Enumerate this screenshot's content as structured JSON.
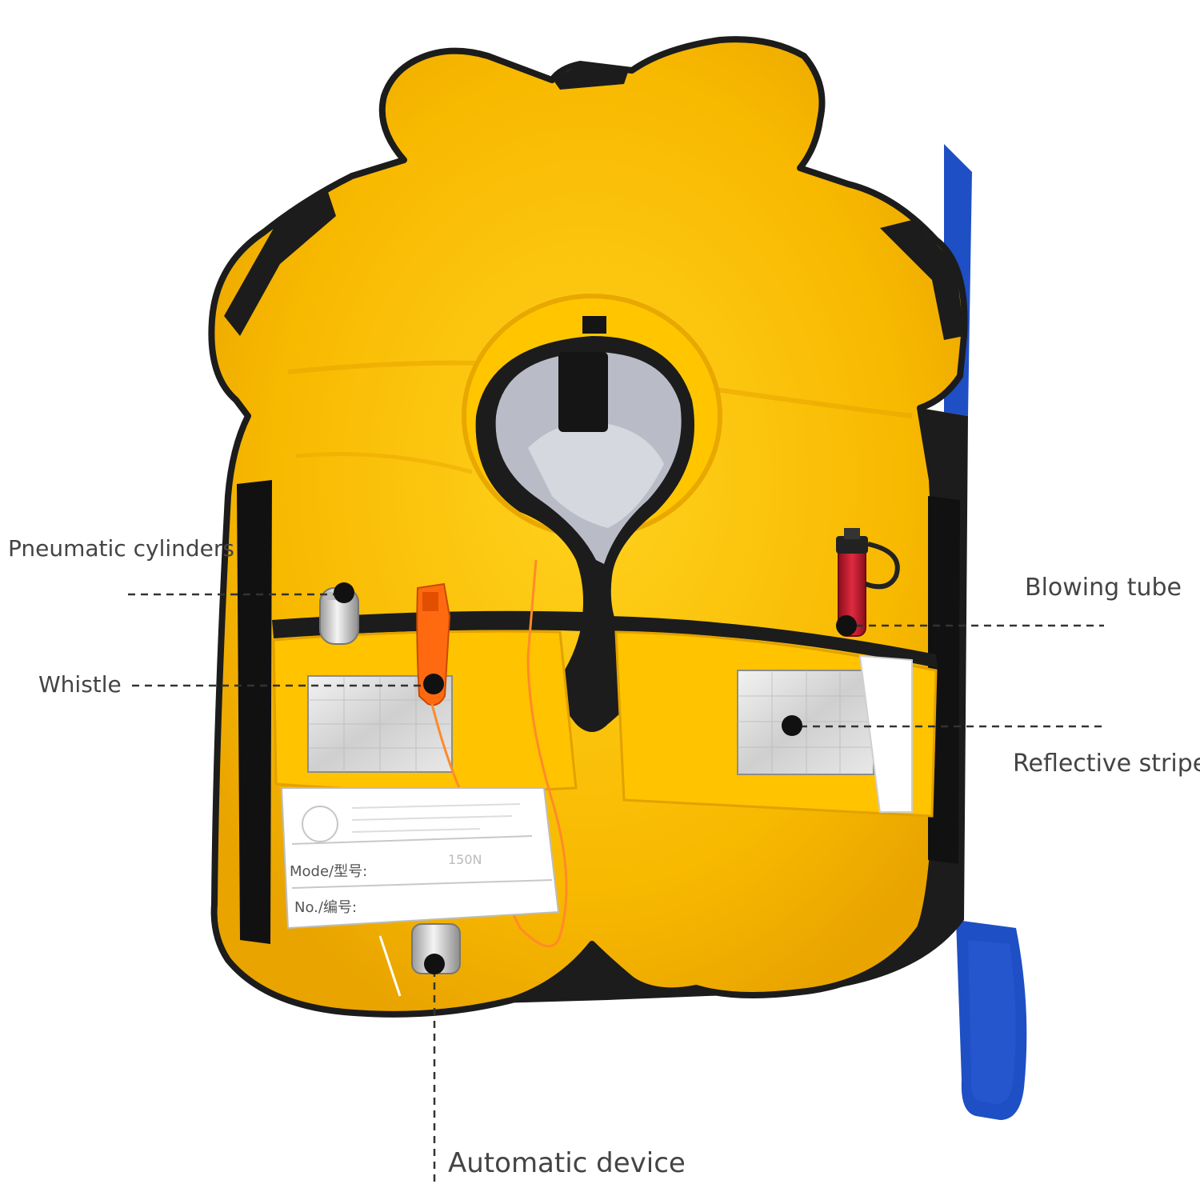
{
  "callouts": {
    "pneumatic_cylinders": "Pneumatic cylinders",
    "whistle": "Whistle",
    "blowing_tube": "Blowing tube",
    "reflective_stripe": "Reflective stripe",
    "automatic_device": "Automatic device"
  },
  "tag": {
    "model_label": "Mode/型号:",
    "model_value": "150N",
    "number_label": "No./编号:"
  },
  "colors": {
    "vest_yellow": "#f7b800",
    "vest_yellow_light": "#ffcb1f",
    "trim_black": "#1c1c1c",
    "strap_blue": "#1f4fc4",
    "whistle_orange": "#ff6a10",
    "tube_red": "#c8142b",
    "reflective_silver": "#d9d9d9",
    "label_gray": "#444444"
  }
}
